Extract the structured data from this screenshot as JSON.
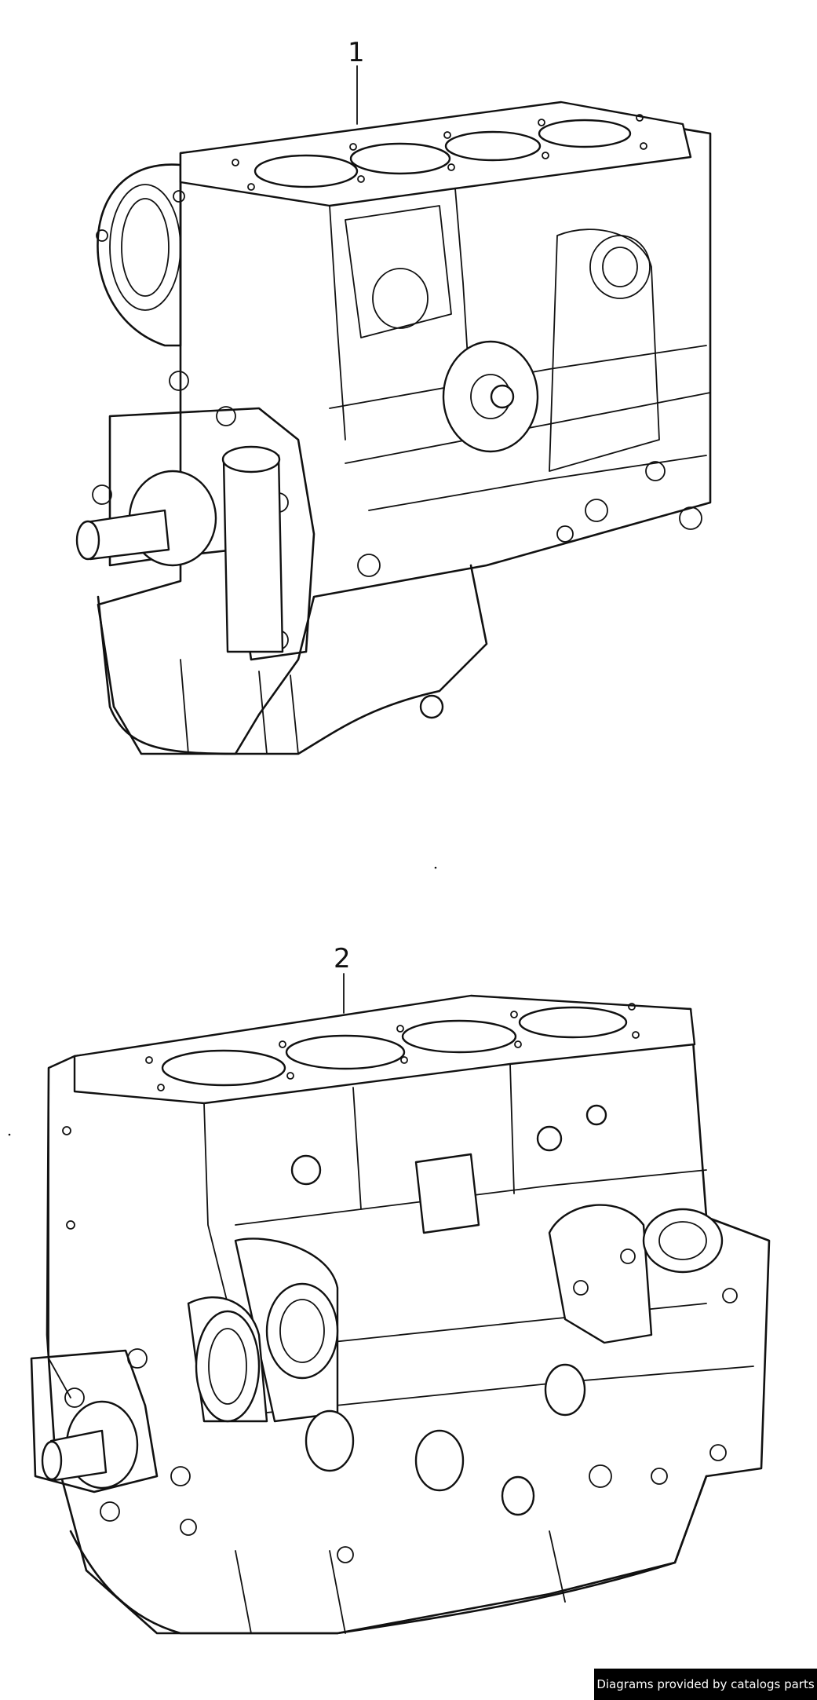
{
  "callouts": [
    {
      "id": "1",
      "label": "1"
    },
    {
      "id": "2",
      "label": "2"
    }
  ],
  "watermark": "Diagrams provided by catalogs parts"
}
